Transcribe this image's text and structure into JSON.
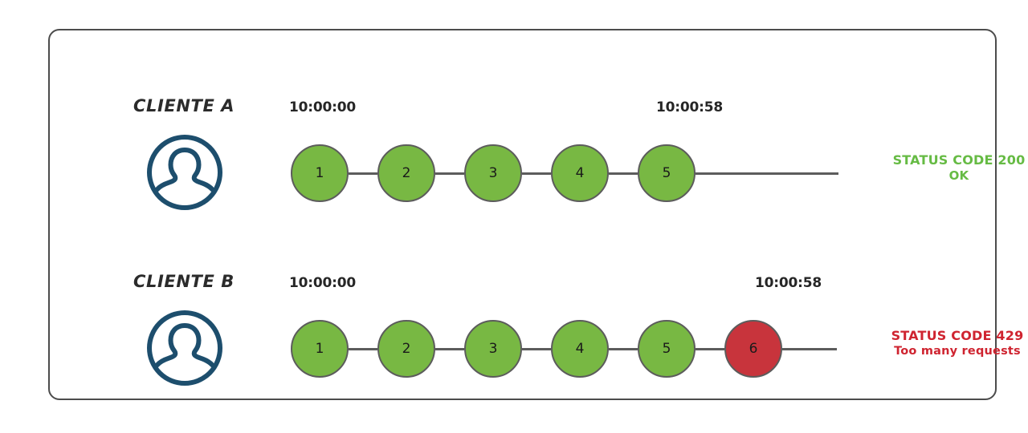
{
  "diagram": {
    "title_present": false,
    "colors": {
      "node_ok": "#78b843",
      "node_error": "#c8343c",
      "node_stroke": "#5c5c5c",
      "avatar": "#1d4e6d",
      "frame": "#4c4c4c",
      "status_ok_text": "#66bb44",
      "status_error_text": "#cf2430",
      "label_text": "#2b2b2b",
      "timestamp_text": "#262626",
      "background": "#ffffff"
    },
    "rows": [
      {
        "id": "cliente-a",
        "label": "CLIENTE A",
        "avatar_icon": "user-avatar-icon",
        "time_start": "10:00:00",
        "time_end": "10:00:58",
        "nodes": [
          {
            "number": "1",
            "state": "ok"
          },
          {
            "number": "2",
            "state": "ok"
          },
          {
            "number": "3",
            "state": "ok"
          },
          {
            "number": "4",
            "state": "ok"
          },
          {
            "number": "5",
            "state": "ok"
          }
        ],
        "status": {
          "line1": "STATUS CODE 200",
          "line2": "OK",
          "kind": "success"
        }
      },
      {
        "id": "cliente-b",
        "label": "CLIENTE B",
        "avatar_icon": "user-avatar-icon",
        "time_start": "10:00:00",
        "time_end": "10:00:58",
        "nodes": [
          {
            "number": "1",
            "state": "ok"
          },
          {
            "number": "2",
            "state": "ok"
          },
          {
            "number": "3",
            "state": "ok"
          },
          {
            "number": "4",
            "state": "ok"
          },
          {
            "number": "5",
            "state": "ok"
          },
          {
            "number": "6",
            "state": "error"
          }
        ],
        "status": {
          "line1": "STATUS CODE 429",
          "line2": "Too many requests",
          "kind": "error"
        }
      }
    ]
  }
}
